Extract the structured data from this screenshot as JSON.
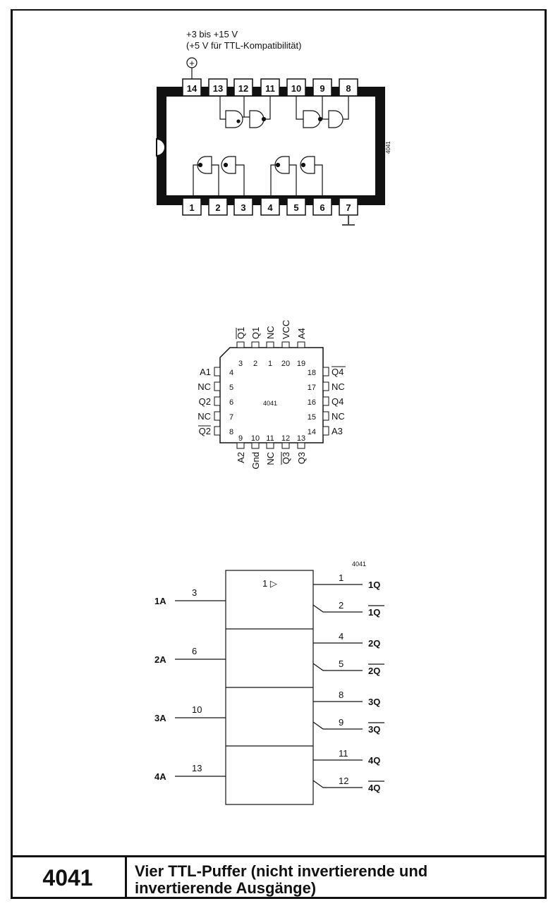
{
  "supply": {
    "line1": "+3 bis +15 V",
    "line2": "(+5 V für TTL-Kompatibilität)",
    "symbol": "+"
  },
  "dip": {
    "top_pins": [
      "14",
      "13",
      "12",
      "11",
      "10",
      "9",
      "8"
    ],
    "bottom_pins": [
      "1",
      "2",
      "3",
      "4",
      "5",
      "6",
      "7"
    ],
    "chip_label": "4041"
  },
  "plcc": {
    "chip_label": "4041",
    "top_names": [
      "Q1",
      "Q1",
      "NC",
      "VCC",
      "A4"
    ],
    "top_nums": [
      "3",
      "2",
      "1",
      "20",
      "19"
    ],
    "left_names": [
      "A1",
      "NC",
      "Q2",
      "NC",
      "Q2"
    ],
    "left_nums": [
      "4",
      "5",
      "6",
      "7",
      "8"
    ],
    "right_names": [
      "Q4",
      "NC",
      "Q4",
      "NC",
      "A3"
    ],
    "right_nums": [
      "18",
      "17",
      "16",
      "15",
      "14"
    ],
    "bottom_names": [
      "A2",
      "Gnd",
      "NC",
      "Q3",
      "Q3"
    ],
    "bottom_nums": [
      "9",
      "10",
      "11",
      "12",
      "13"
    ]
  },
  "logic": {
    "chip_label": "4041",
    "block_symbol": "1 ▷",
    "inputs": [
      {
        "name": "1A",
        "pin": "3"
      },
      {
        "name": "2A",
        "pin": "6"
      },
      {
        "name": "3A",
        "pin": "10"
      },
      {
        "name": "4A",
        "pin": "13"
      }
    ],
    "outputs": [
      {
        "name": "1Q",
        "pin": "1"
      },
      {
        "name": "1Q",
        "pin": "2"
      },
      {
        "name": "2Q",
        "pin": "4"
      },
      {
        "name": "2Q",
        "pin": "5"
      },
      {
        "name": "3Q",
        "pin": "8"
      },
      {
        "name": "3Q",
        "pin": "9"
      },
      {
        "name": "4Q",
        "pin": "11"
      },
      {
        "name": "4Q",
        "pin": "12"
      }
    ]
  },
  "footer": {
    "number": "4041",
    "title_line1": "Vier TTL-Puffer (nicht invertierende und",
    "title_line2": "invertierende Ausgänge)"
  }
}
